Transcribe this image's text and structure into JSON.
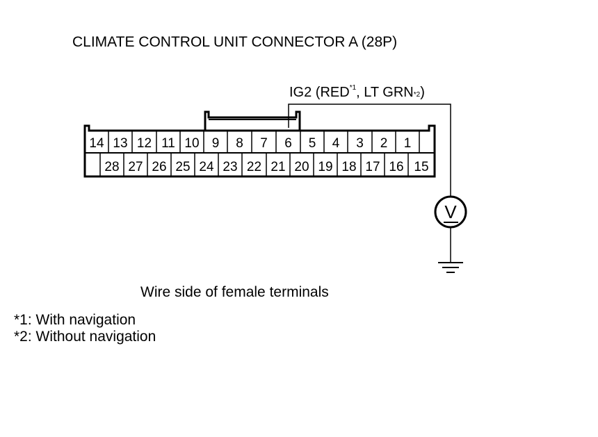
{
  "diagram": {
    "title": "CLIMATE CONTROL UNIT CONNECTOR A (28P)",
    "wire_label": {
      "prefix": "IG2 (RED",
      "sup1": "*1",
      "middle": ", LT GRN",
      "sup2": "*2",
      "suffix": ")"
    },
    "connector": {
      "top_row": [
        "14",
        "13",
        "12",
        "11",
        "10",
        "9",
        "8",
        "7",
        "6",
        "5",
        "4",
        "3",
        "2",
        "1"
      ],
      "bottom_row": [
        "",
        "28",
        "27",
        "26",
        "25",
        "24",
        "23",
        "22",
        "21",
        "20",
        "19",
        "18",
        "17",
        "16",
        "15"
      ],
      "probed_terminal": "6"
    },
    "meter_symbol": "V",
    "caption": "Wire side of female terminals",
    "notes": [
      "*1: With navigation",
      "*2: Without navigation"
    ],
    "icons": {
      "meter": "voltmeter-icon",
      "ground": "ground-icon"
    }
  }
}
